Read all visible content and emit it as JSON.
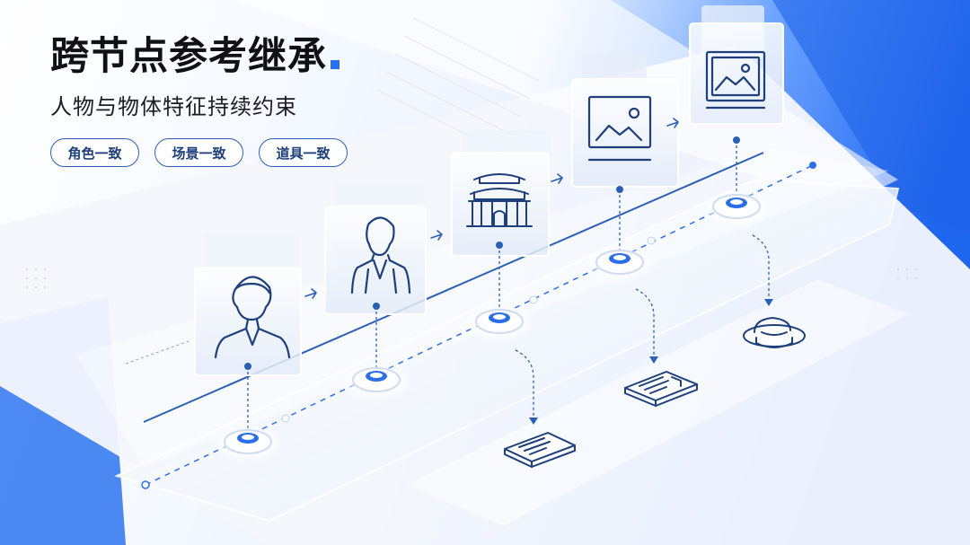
{
  "title": "跨节点参考继承",
  "subtitle": "人物与物体特征持续约束",
  "tags": [
    "角色一致",
    "场景一致",
    "道具一致"
  ],
  "colors": {
    "accent": "#2a6fe8",
    "title": "#0f1115",
    "tag_border": "#2a5fb8",
    "background_blue": "#1f6ff0"
  },
  "timeline": {
    "nodes": [
      {
        "icon": "person-portrait-icon"
      },
      {
        "icon": "person-in-suit-icon"
      },
      {
        "icon": "palace-building-icon"
      },
      {
        "icon": "landscape-monitor-icon"
      },
      {
        "icon": "landscape-image-icon"
      }
    ],
    "outputs": [
      {
        "icon": "document-list-icon"
      },
      {
        "icon": "film-strip-icon"
      },
      {
        "icon": "bowl-prop-icon"
      }
    ]
  }
}
